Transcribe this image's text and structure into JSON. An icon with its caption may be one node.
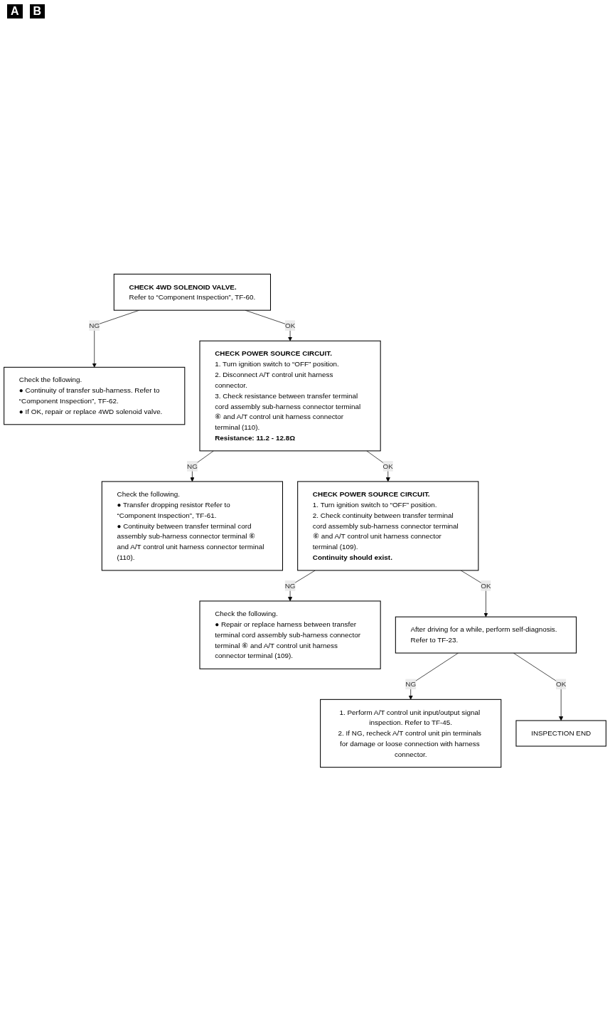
{
  "diagram": {
    "nodes": [
      {
        "text": [
          "CHECK 4WD SOLENOID VALVE.",
          "Refer to “Component Inspection”, TF-60."
        ]
      },
      {
        "text": [
          "Check the following.",
          "● Continuity of transfer sub-harness. Refer to “Component Inspection”, TF-62.",
          "● If OK, repair or replace 4WD solenoid valve."
        ]
      },
      {
        "text": [
          "CHECK POWER SOURCE CIRCUIT.",
          "1. Turn ignition switch to “OFF” position.",
          "2. Disconnect A/T control unit harness connector.",
          "3. Check resistance between transfer terminal cord assembly sub-harness connector terminal ⑥ and A/T control unit harness connector terminal (110).",
          "Resistance: 11.2 - 12.8Ω"
        ]
      },
      {
        "text": [
          "Check the following.",
          "● Transfer dropping resistor Refer to “Component Inspection”, TF-61.",
          "● Continuity between transfer terminal cord assembly sub-harness connector terminal ⑥ and A/T control unit harness connector terminal (110)."
        ]
      },
      {
        "text": [
          "CHECK POWER SOURCE CIRCUIT.",
          "1. Turn ignition switch to “OFF” position.",
          "2. Check continuity between transfer terminal cord assembly sub-harness connector terminal ⑥ and A/T control unit harness connector terminal (109).",
          "Continuity should exist."
        ]
      },
      {
        "text": [
          "Check the following.",
          "● Repair or replace harness between transfer terminal cord assembly sub-harness connector terminal ⑥ and A/T control unit harness connector terminal (109)."
        ]
      },
      {
        "text": [
          "After driving for a while, perform self-diagnosis. Refer to TF-23."
        ]
      },
      {
        "text": [
          "1. Perform A/T control unit input/output signal inspection. Refer to TF-45.",
          "2. If NG, recheck A/T control unit pin terminals for damage or loose connection with harness connector."
        ]
      },
      {
        "text": [
          "INSPECTION END"
        ]
      }
    ],
    "edges": [
      {
        "from": 0,
        "to": 1,
        "arrow": "to",
        "label": "NG"
      },
      {
        "from": 0,
        "to": 2,
        "arrow": "to",
        "label": "OK"
      },
      {
        "from": 2,
        "to": 3,
        "arrow": "to",
        "label": "NG"
      },
      {
        "from": 2,
        "to": 4,
        "arrow": "to",
        "label": "OK"
      },
      {
        "from": 4,
        "to": 5,
        "arrow": "to",
        "label": "NG"
      },
      {
        "from": 4,
        "to": 6,
        "arrow": "to",
        "label": "OK"
      },
      {
        "from": 6,
        "to": 7,
        "arrow": "to",
        "label": "NG"
      },
      {
        "from": 6,
        "to": 8,
        "arrow": "to",
        "label": "OK"
      }
    ],
    "labels": [
      "A",
      "B"
    ]
  }
}
